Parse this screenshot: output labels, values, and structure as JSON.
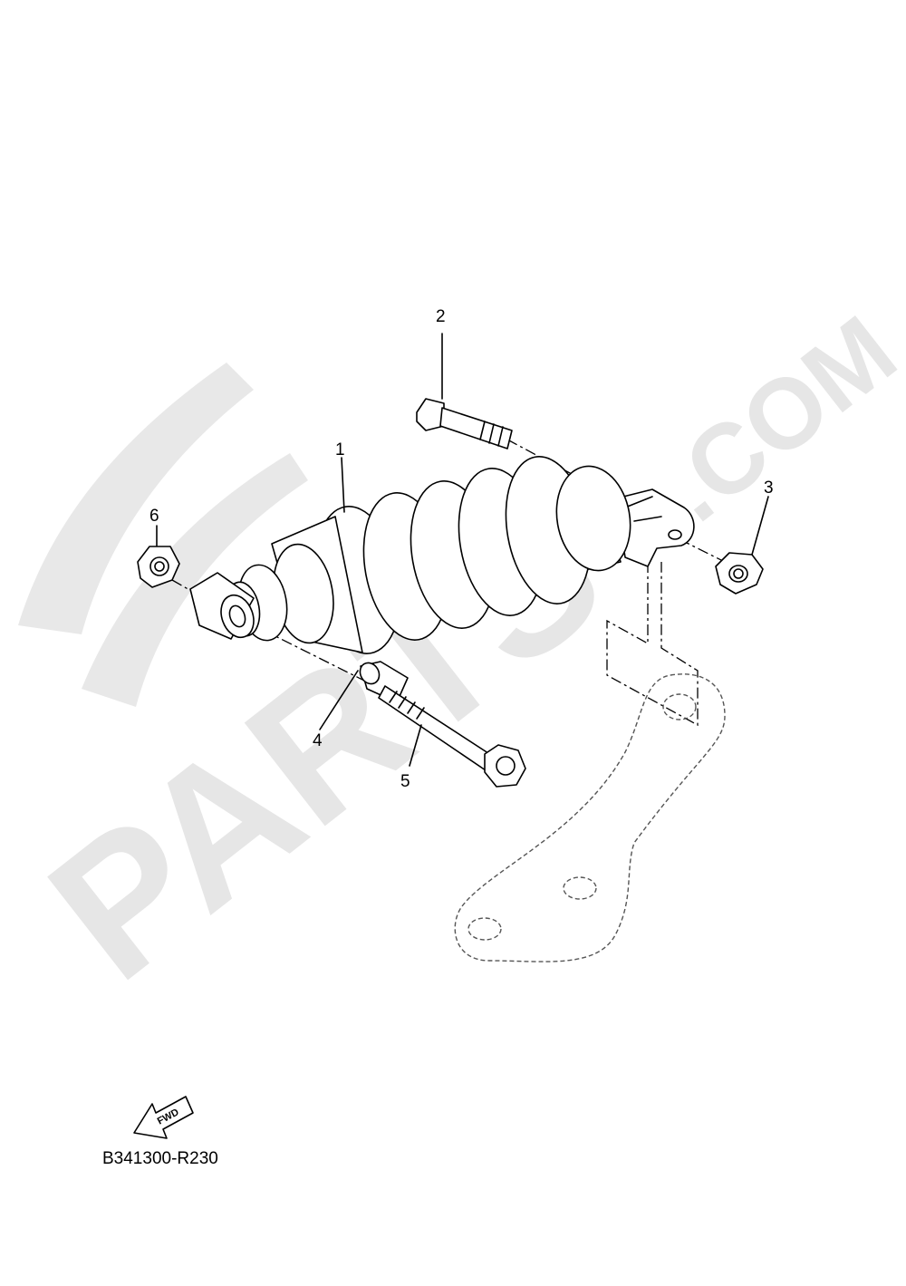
{
  "watermark": {
    "main": "PARTS",
    "suffix": ".COM"
  },
  "callouts": [
    {
      "id": "1",
      "label": "1"
    },
    {
      "id": "2",
      "label": "2"
    },
    {
      "id": "3",
      "label": "3"
    },
    {
      "id": "4",
      "label": "4"
    },
    {
      "id": "5",
      "label": "5"
    },
    {
      "id": "6",
      "label": "6"
    }
  ],
  "fwd_label": "FWD",
  "diagram_code": "B341300-R230"
}
